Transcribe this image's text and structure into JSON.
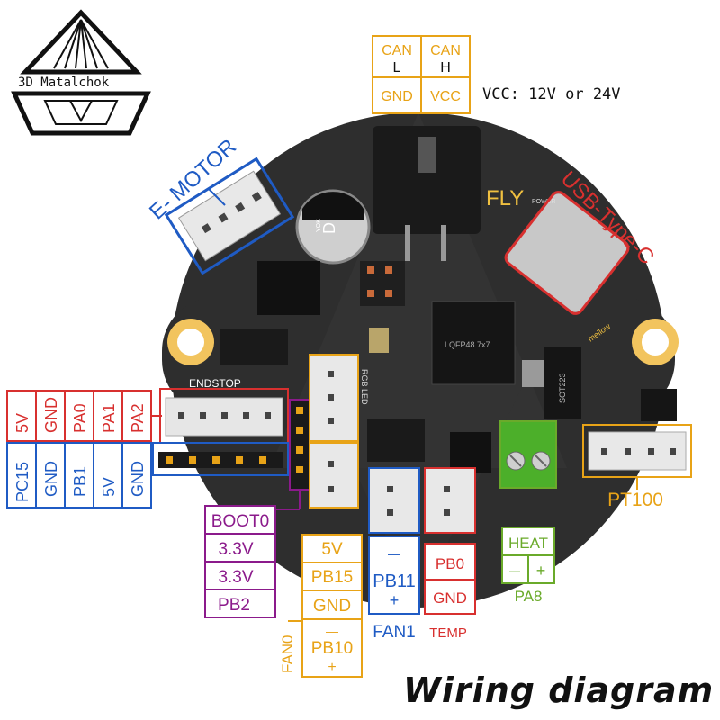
{
  "brand": {
    "name": "3D Matalchok"
  },
  "title": "Wiring diagram",
  "board": {
    "name": "FLY",
    "chip_label": "LQFP48 7x7",
    "power_label": "POWER",
    "cap_label": "D",
    "cap_sub": "YOK",
    "regulator_label": "SOT223",
    "maker_label": "mellow"
  },
  "can": {
    "top": [
      "CAN",
      "CAN"
    ],
    "top_sub": [
      "L",
      "H"
    ],
    "bottom": [
      "GND",
      "VCC"
    ],
    "vcc_note": "VCC: 12V or 24V"
  },
  "emotor": {
    "label": "E- MOTOR"
  },
  "usb": {
    "label": "USB-Type-C"
  },
  "endstop": {
    "label": "ENDSTOP",
    "row1": [
      "5V",
      "GND",
      "PA0",
      "PA1",
      "PA2"
    ],
    "row2": [
      "PC15",
      "GND",
      "PB1",
      "5V",
      "GND"
    ]
  },
  "boot": {
    "rows": [
      "BOOT0",
      "3.3V",
      "3.3V",
      "PB2"
    ]
  },
  "rgb": {
    "label": "RGB LED"
  },
  "fan0": {
    "label": "FAN0",
    "rows": [
      "5V",
      "PB15",
      "GND",
      "PB10"
    ],
    "minus": "—",
    "plus": "+"
  },
  "fan1": {
    "label": "FAN1",
    "pin": "PB11",
    "minus": "—",
    "plus": "+"
  },
  "temp": {
    "label": "TEMP",
    "rows": [
      "PB0",
      "GND"
    ]
  },
  "heat": {
    "label": "HEAT",
    "minus": "—",
    "plus": "+",
    "pin": "PA8"
  },
  "pt100": {
    "label": "PT100"
  },
  "colors": {
    "red": "#d8302f",
    "blue": "#1f5bc4",
    "orange": "#e8a317",
    "purple": "#8b1a8b",
    "green": "#6aaa2a",
    "board": "#2b2b2b"
  }
}
